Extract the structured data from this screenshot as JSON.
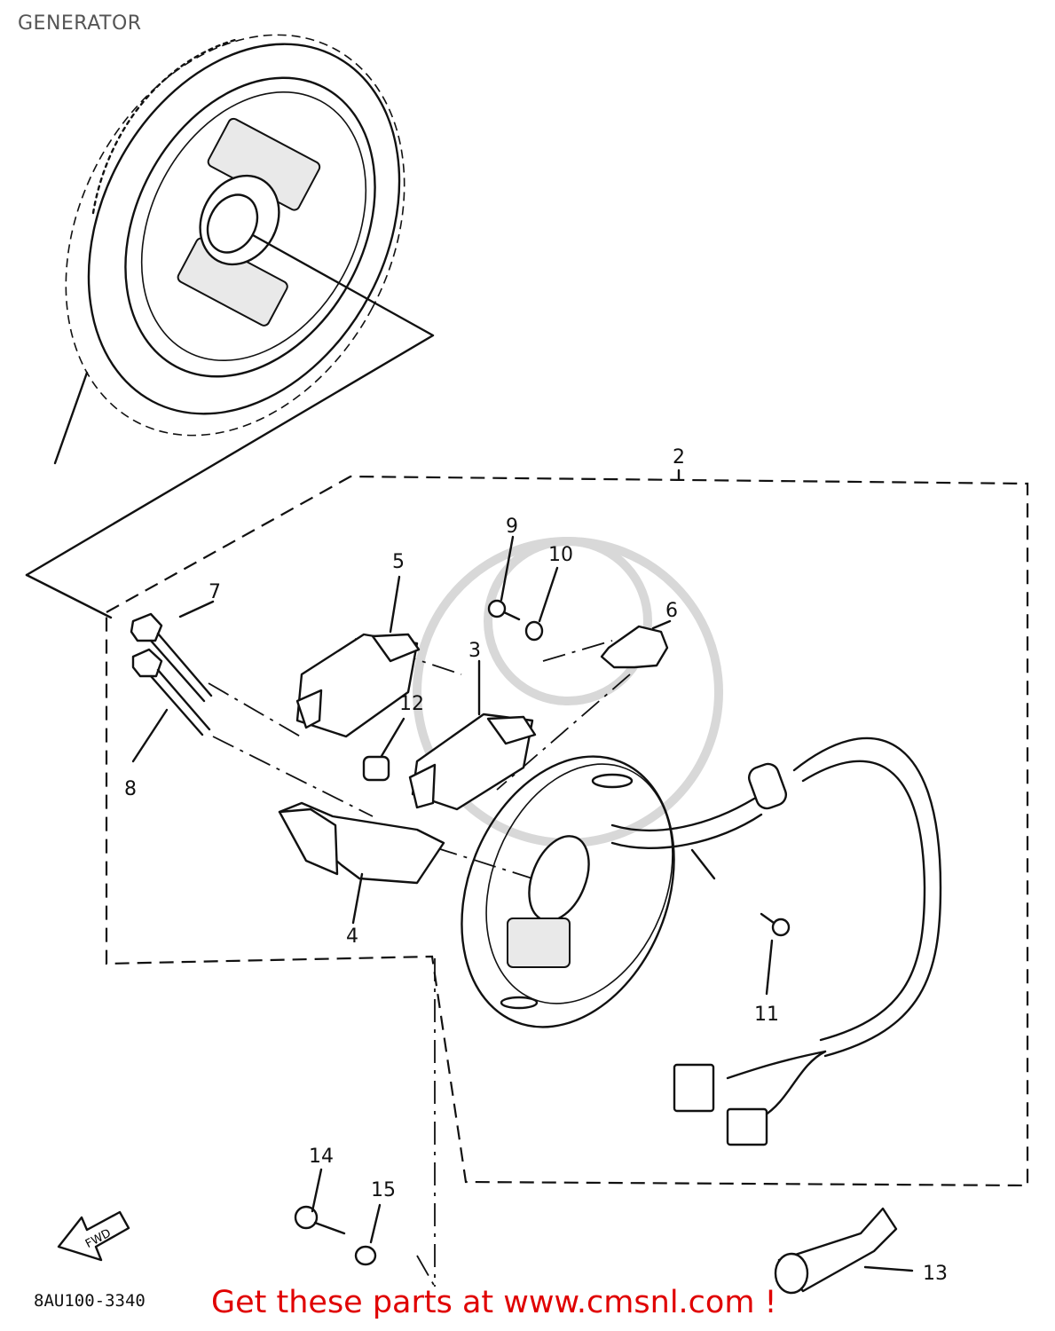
{
  "title": "GENERATOR",
  "diagram_code": "8AU100-3340",
  "promo_text": "Get these parts at www.cmsnl.com !",
  "fwd_arrow_label": "FWD",
  "callouts": {
    "c2": "2",
    "c3": "3",
    "c4": "4",
    "c5": "5",
    "c6": "6",
    "c7": "7",
    "c8": "8",
    "c9": "9",
    "c10": "10",
    "c11": "11",
    "c12": "12",
    "c13": "13",
    "c14": "14",
    "c15": "15"
  }
}
